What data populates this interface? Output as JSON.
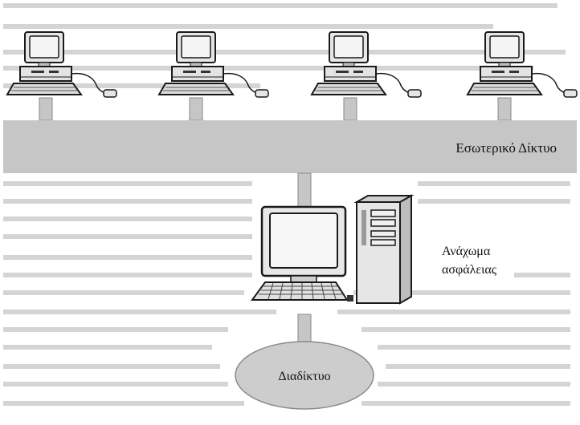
{
  "labels": {
    "internal_network": "Εσωτερικό Δίκτυο",
    "firewall_line1": "Ανάχωμα",
    "firewall_line2": "ασφάλειας",
    "internet": "Διαδίκτυο"
  },
  "colors": {
    "bus_fill": "#c6c6c6",
    "cloud_fill": "#cdcdcd",
    "device_fill": "#e8e8e8",
    "outline": "#1a1a1a",
    "bleed_text": "#d4d4d4"
  },
  "nodes": [
    {
      "id": "workstation-1",
      "kind": "desktop-computer"
    },
    {
      "id": "workstation-2",
      "kind": "desktop-computer"
    },
    {
      "id": "workstation-3",
      "kind": "desktop-computer"
    },
    {
      "id": "workstation-4",
      "kind": "desktop-computer"
    },
    {
      "id": "firewall-computer",
      "kind": "monitor-keyboard-tower"
    },
    {
      "id": "internet-cloud",
      "kind": "cloud"
    }
  ]
}
